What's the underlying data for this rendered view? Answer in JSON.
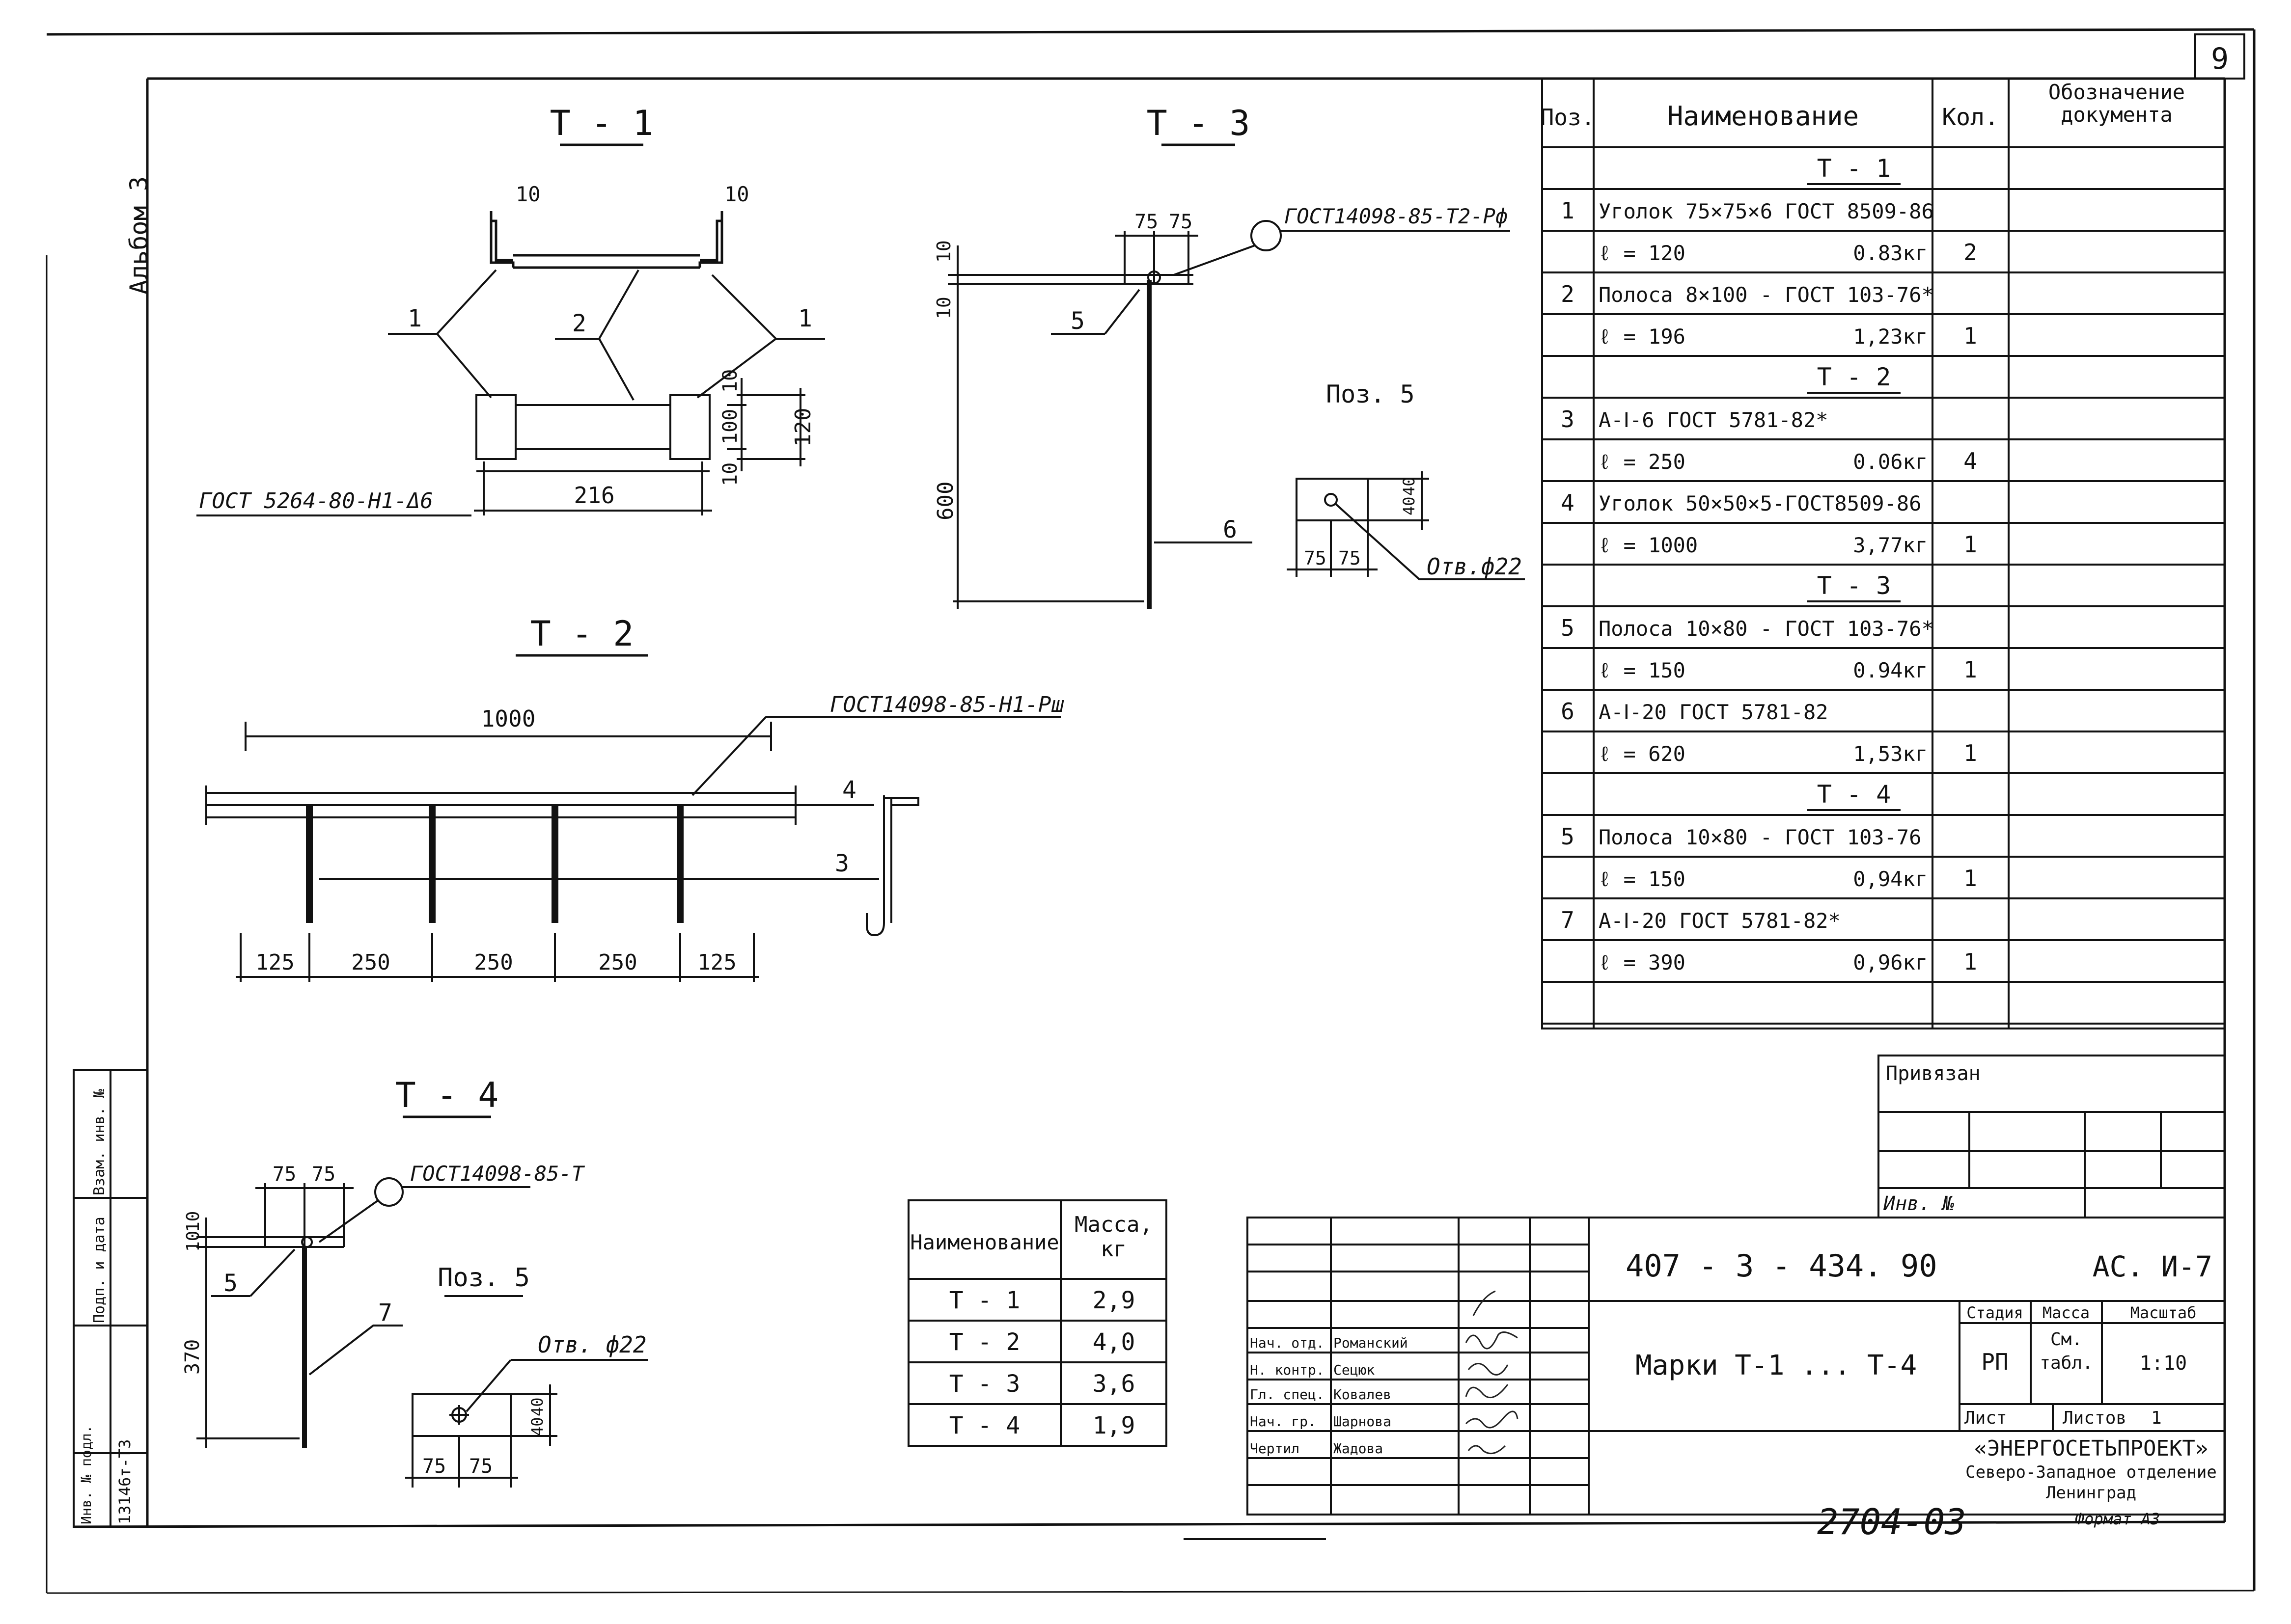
{
  "sheet_number": "9",
  "album_label": "Альбом 3",
  "drawings": {
    "t1": {
      "title": "Т - 1",
      "dim_10_left": "10",
      "dim_10_right": "10",
      "dim_10_a": "10",
      "dim_100": "100",
      "dim_10_b": "10",
      "dim_120": "120",
      "dim_216": "216",
      "pos_1_left": "1",
      "pos_2": "2",
      "pos_1_right": "1",
      "weld_note": "ГОСТ 5264-80-Н1-Δ6"
    },
    "t3": {
      "title": "Т - 3",
      "dim_75a": "75",
      "dim_75b": "75",
      "dim_10a": "10",
      "dim_10b": "10",
      "dim_600": "600",
      "pos_5": "5",
      "pos_6": "6",
      "weld_note": "ГОСТ14098-85-Т2-Рф",
      "pos5_label": "Поз. 5",
      "pos5_dim_75a": "75",
      "pos5_dim_75b": "75",
      "pos5_dim_40a": "40",
      "pos5_dim_40b": "40",
      "hole_note": "Отв.ф22"
    },
    "t2": {
      "title": "Т - 2",
      "dim_1000": "1000",
      "weld_note": "ГОСТ14098-85-Н1-Рш",
      "pos_4": "4",
      "pos_3": "3",
      "spacing": [
        "125",
        "250",
        "250",
        "250",
        "125"
      ]
    },
    "t4": {
      "title": "Т - 4",
      "dim_75a": "75",
      "dim_75b": "75",
      "dim_10a": "10",
      "dim_10b": "10",
      "dim_370": "370",
      "pos_5": "5",
      "pos_7": "7",
      "weld_note": "ГОСТ14098-85-Т",
      "pos5_label": "Поз. 5",
      "hole_note": "Отв. ф22",
      "pos5_dim_75a": "75",
      "pos5_dim_75b": "75",
      "pos5_dim_40a": "40",
      "pos5_dim_40b": "40"
    }
  },
  "spec_table": {
    "headers": [
      "Поз.",
      "Наименование",
      "Кол.",
      "Обозначение документа"
    ],
    "rows": [
      {
        "kind": "section",
        "name": "Т - 1"
      },
      {
        "pos": "1",
        "name": "Уголок 75×75×6 ГОСТ 8509-86",
        "qty": ""
      },
      {
        "pos": "",
        "name": "ℓ = 120",
        "mass": "0.83кг",
        "qty": "2"
      },
      {
        "pos": "2",
        "name": "Полоса 8×100 - ГОСТ 103-76*",
        "qty": ""
      },
      {
        "pos": "",
        "name": "ℓ = 196",
        "mass": "1,23кг",
        "qty": "1"
      },
      {
        "kind": "section",
        "name": "Т - 2"
      },
      {
        "pos": "3",
        "name": "А-Ⅰ-6 ГОСТ 5781-82*",
        "qty": ""
      },
      {
        "pos": "",
        "name": "ℓ = 250",
        "mass": "0.06кг",
        "qty": "4"
      },
      {
        "pos": "4",
        "name": "Уголок 50×50×5-ГОСТ8509-86",
        "qty": ""
      },
      {
        "pos": "",
        "name": "ℓ = 1000",
        "mass": "3,77кг",
        "qty": "1"
      },
      {
        "kind": "section",
        "name": "Т - 3"
      },
      {
        "pos": "5",
        "name": "Полоса 10×80 - ГОСТ 103-76*",
        "qty": ""
      },
      {
        "pos": "",
        "name": "ℓ = 150",
        "mass": "0.94кг",
        "qty": "1"
      },
      {
        "pos": "6",
        "name": "А-Ⅰ-20 ГОСТ 5781-82",
        "qty": ""
      },
      {
        "pos": "",
        "name": "ℓ = 620",
        "mass": "1,53кг",
        "qty": "1"
      },
      {
        "kind": "section",
        "name": "Т - 4"
      },
      {
        "pos": "5",
        "name": "Полоса 10×80 - ГОСТ 103-76",
        "qty": ""
      },
      {
        "pos": "",
        "name": "ℓ = 150",
        "mass": "0,94кг",
        "qty": "1"
      },
      {
        "pos": "7",
        "name": "А-Ⅰ-20 ГОСТ 5781-82*",
        "qty": ""
      },
      {
        "pos": "",
        "name": "ℓ = 390",
        "mass": "0,96кг",
        "qty": "1"
      },
      {
        "pos": "",
        "name": "",
        "qty": ""
      }
    ]
  },
  "mass_table": {
    "headers": [
      "Наименование",
      "Масса, кг"
    ],
    "rows": [
      {
        "name": "Т - 1",
        "mass": "2,9"
      },
      {
        "name": "Т - 2",
        "mass": "4,0"
      },
      {
        "name": "Т - 3",
        "mass": "3,6"
      },
      {
        "name": "Т - 4",
        "mass": "1,9"
      }
    ]
  },
  "binding_block": {
    "title": "Привязан",
    "inv_label": "Инв. №"
  },
  "title_block": {
    "code": "407 - 3 - 434. 90",
    "sheet_code": "АС. И-7",
    "drawing_title": "Марки Т-1 ... Т-4",
    "stage_label": "Стадия",
    "mass_label": "Масса",
    "scale_label": "Масштаб",
    "stage_value": "РП",
    "mass_value": "См. табл.",
    "scale_value": "1:10",
    "sheet_label": "Лист",
    "sheets_label": "Листов",
    "sheets_value": "1",
    "org_name": "«ЭНЕРГОСЕТЬПРОЕКТ»",
    "org_branch": "Северо-Западное отделение",
    "org_city": "Ленинград",
    "roles": [
      {
        "role": "Нач. отд.",
        "name": "Романский"
      },
      {
        "role": "Н. контр.",
        "name": "Сецюк"
      },
      {
        "role": "Гл. спец.",
        "name": "Ковалев"
      },
      {
        "role": "Нач. гр.",
        "name": "Шарнова"
      },
      {
        "role": "Чертил",
        "name": "Жадова"
      }
    ]
  },
  "side_stamp": {
    "inv_podl": "Инв. № подл.",
    "podp_data": "Подп. и дата",
    "vzam_inv": "Взам. инв. №",
    "code": "13146т-Т3"
  },
  "footer_number": "2704-03",
  "format_note": "Формат А3"
}
